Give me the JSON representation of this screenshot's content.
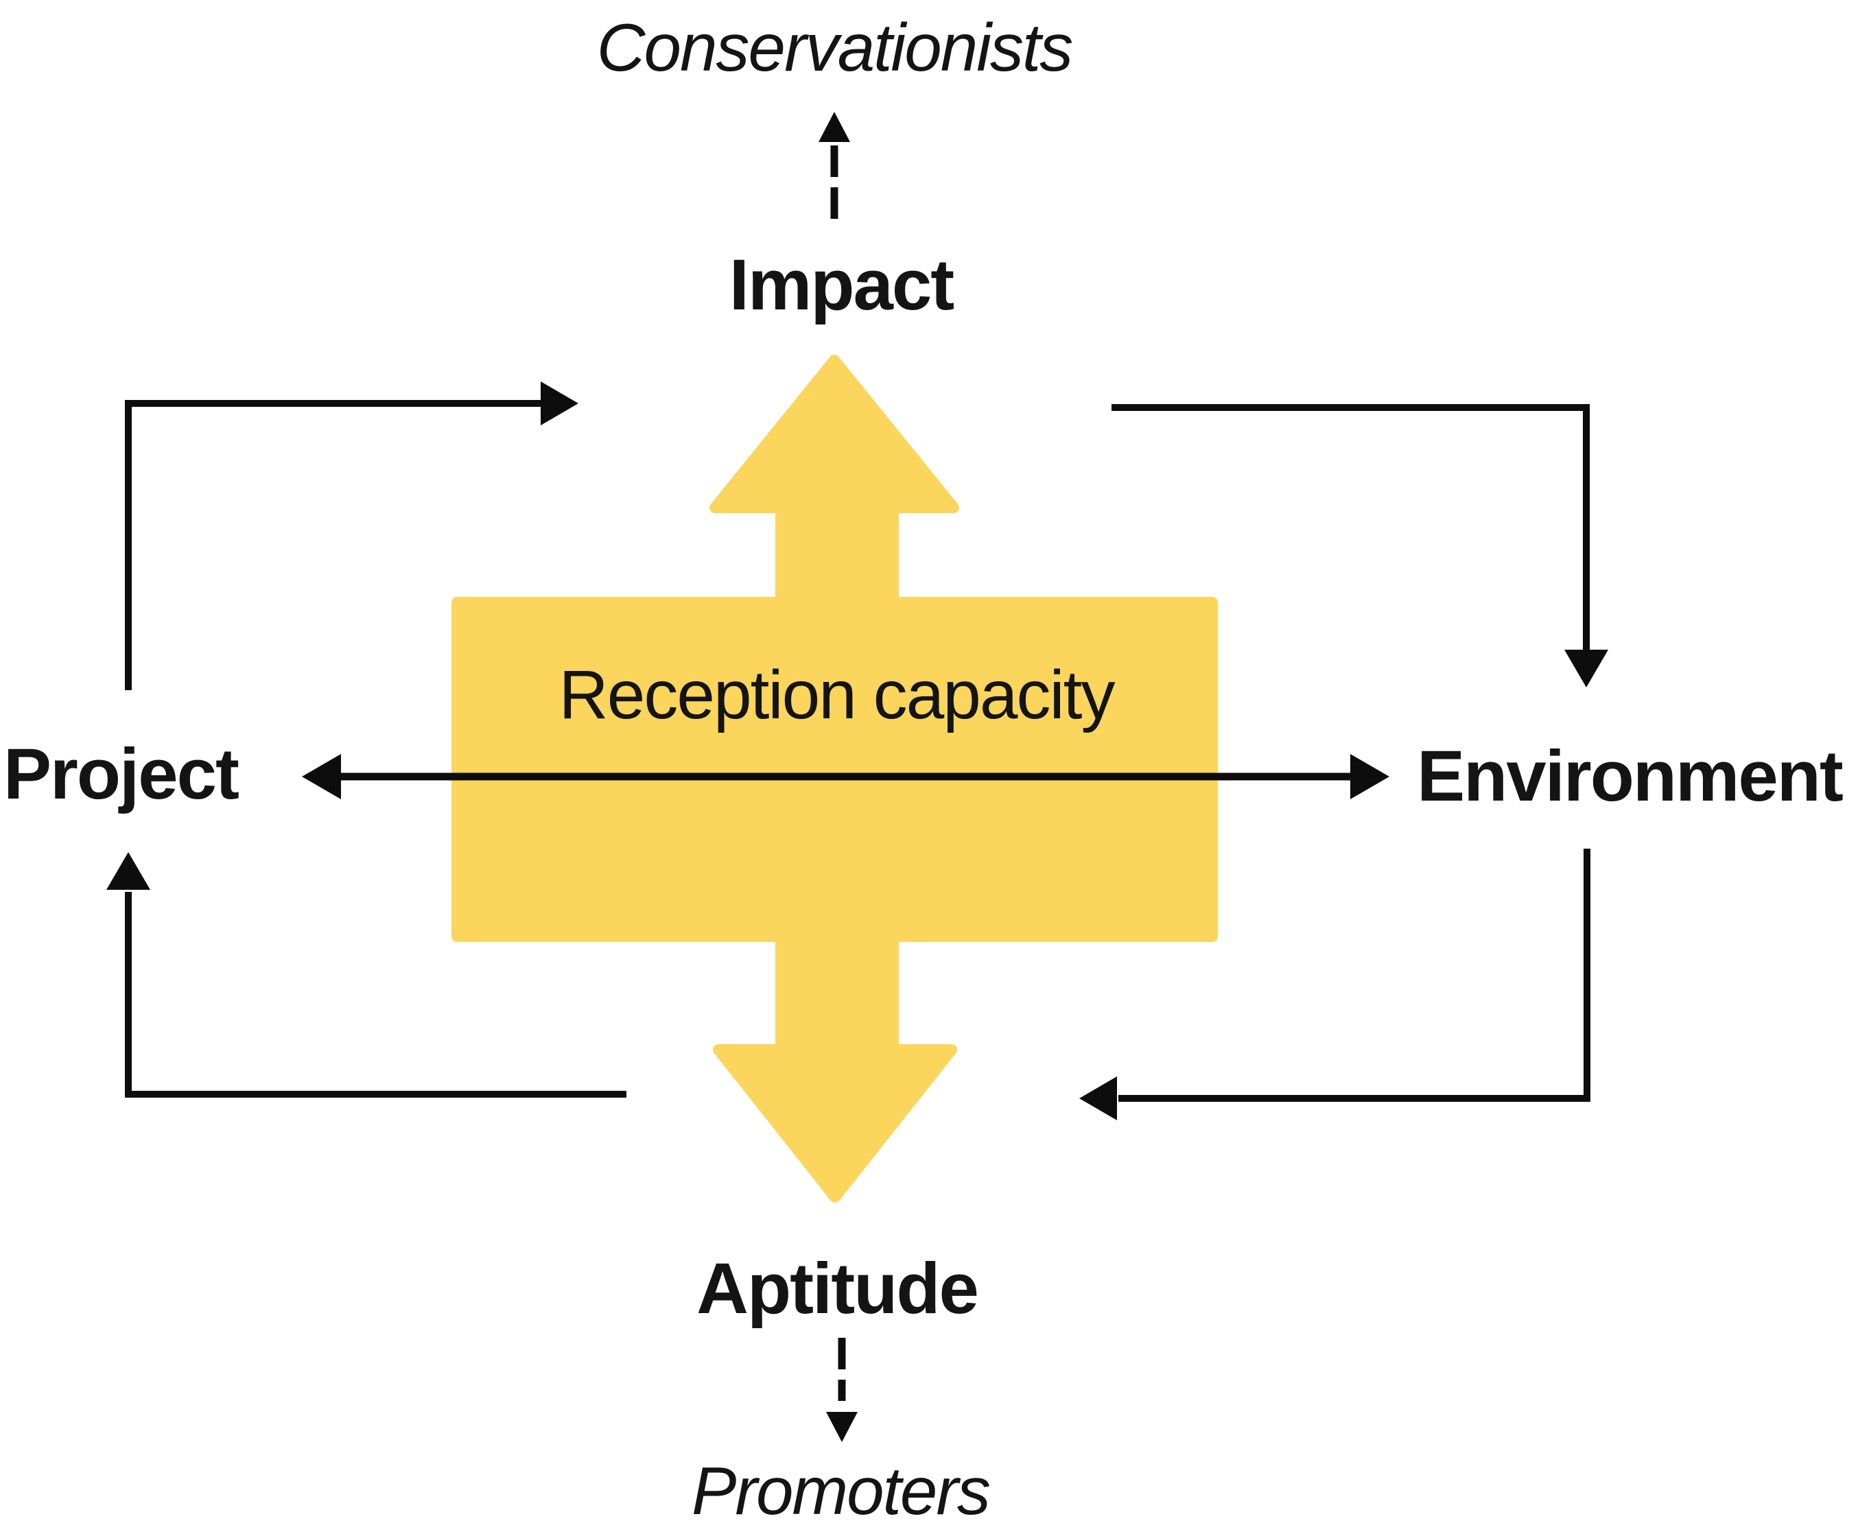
{
  "colors": {
    "background": "#FFFFFF",
    "yellow": "#FBD55C",
    "line": "#0D0D0D",
    "text": "#141414"
  },
  "diagram": {
    "actors": {
      "top": "Conservationists",
      "bottom": "Promoters"
    },
    "nodes": {
      "top": "Impact",
      "left": "Project",
      "right": "Environment",
      "bottom": "Aptitude"
    },
    "center": "Reception capacity",
    "relations": [
      {
        "from": "Impact",
        "to": "Conservationists",
        "style": "dashed-arrow"
      },
      {
        "from": "Aptitude",
        "to": "Promoters",
        "style": "dashed-arrow"
      },
      {
        "from": "Project",
        "to": "Impact",
        "style": "solid-elbow-arrow"
      },
      {
        "from": "Impact",
        "to": "Environment",
        "style": "solid-elbow-arrow"
      },
      {
        "from": "Environment",
        "to": "Aptitude",
        "style": "solid-elbow-arrow"
      },
      {
        "from": "Aptitude",
        "to": "Project",
        "style": "solid-elbow-arrow"
      },
      {
        "from": "Project",
        "to": "Environment",
        "style": "double-headed-arrow"
      },
      {
        "from": "Reception capacity",
        "to": "Impact",
        "style": "yellow-block-arrow"
      },
      {
        "from": "Reception capacity",
        "to": "Aptitude",
        "style": "yellow-block-arrow"
      }
    ]
  }
}
